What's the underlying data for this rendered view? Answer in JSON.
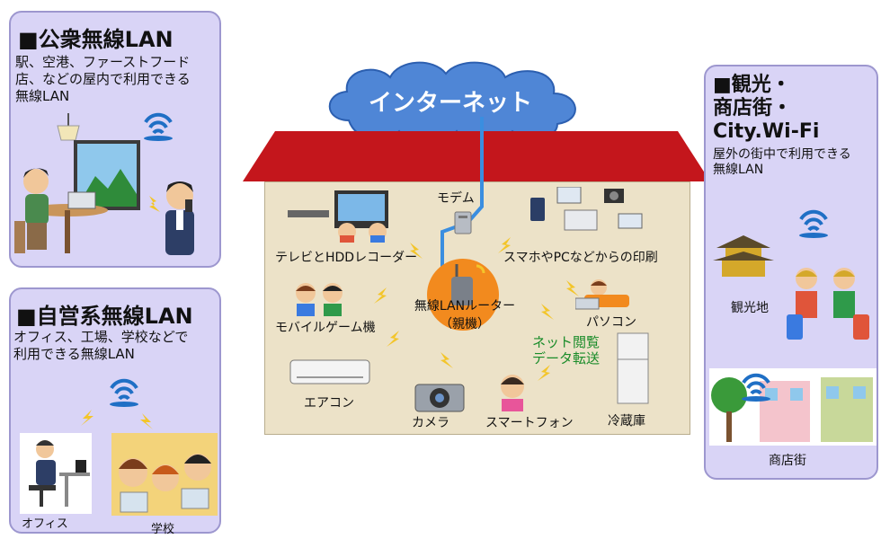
{
  "panels": {
    "public": {
      "title": "■公衆無線LAN",
      "desc": [
        "駅、空港、ファーストフード",
        "店、などの屋内で利用できる",
        "無線LAN"
      ]
    },
    "private": {
      "title": "■自営系無線LAN",
      "desc": [
        "オフィス、工場、学校などで",
        "利用できる無線LAN"
      ],
      "labels": {
        "office": "オフィス",
        "school": "学校"
      }
    },
    "tourism": {
      "title": [
        "■観光・",
        "商店街・",
        "City.Wi-Fi"
      ],
      "desc": [
        "屋外の街中で利用できる",
        "無線LAN"
      ],
      "labels": {
        "sightseeing": "観光地",
        "shopping": "商店街"
      }
    }
  },
  "cloud_label": "インターネット",
  "house": {
    "modem": "モデム",
    "router": [
      "無線LANルーター",
      "（親機）"
    ],
    "tv": "テレビとHDDレコーダー",
    "print": "スマホやPCなどからの印刷",
    "game": "モバイルゲーム機",
    "pc": "パソコン",
    "net": [
      "ネット閲覧",
      "データ転送"
    ],
    "aircon": "エアコン",
    "camera": "カメラ",
    "smartphone": "スマートフォン",
    "fridge": "冷蔵庫"
  },
  "colors": {
    "panel_bg": "#d9d4f6",
    "roof": "#c4161c",
    "wall": "#ece2c8",
    "cloud": "#4f86d6",
    "cable": "#3a8ee0",
    "bolt": "#f3c52a",
    "net_text": "#1a8c2a"
  }
}
